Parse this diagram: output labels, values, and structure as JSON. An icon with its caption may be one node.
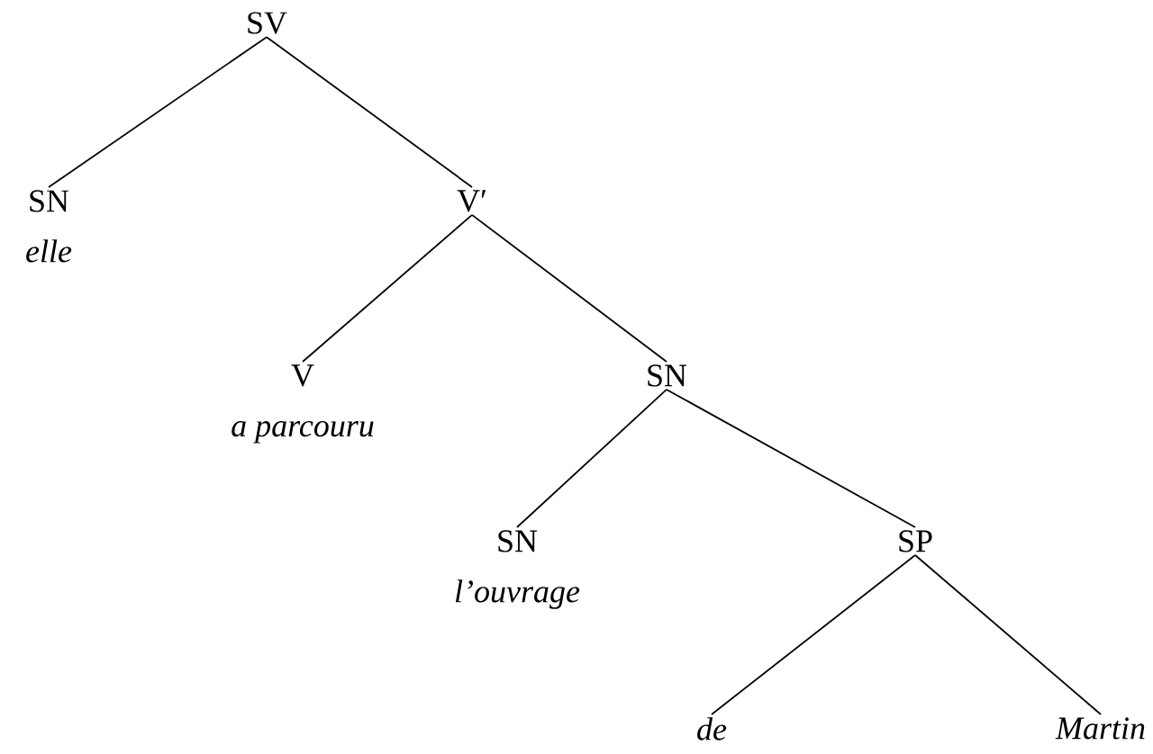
{
  "diagram": {
    "nodes": [
      {
        "text": [
          "SV"
        ]
      },
      {
        "text": [
          "SN",
          "elle"
        ]
      },
      {
        "text": [
          "V′"
        ]
      },
      {
        "text": [
          "V",
          "a parcouru"
        ]
      },
      {
        "text": [
          "SN"
        ]
      },
      {
        "text": [
          "SN",
          "l’ouvrage"
        ]
      },
      {
        "text": [
          "SP"
        ]
      },
      {
        "text": [
          "de"
        ]
      },
      {
        "text": [
          "Martin"
        ]
      }
    ],
    "edges": [
      {
        "from": 0,
        "to": 1,
        "arrow": "none"
      },
      {
        "from": 0,
        "to": 2,
        "arrow": "none"
      },
      {
        "from": 2,
        "to": 3,
        "arrow": "none"
      },
      {
        "from": 2,
        "to": 4,
        "arrow": "none"
      },
      {
        "from": 4,
        "to": 5,
        "arrow": "none"
      },
      {
        "from": 4,
        "to": 6,
        "arrow": "none"
      },
      {
        "from": 6,
        "to": 7,
        "arrow": "none"
      },
      {
        "from": 6,
        "to": 8,
        "arrow": "none"
      }
    ]
  }
}
